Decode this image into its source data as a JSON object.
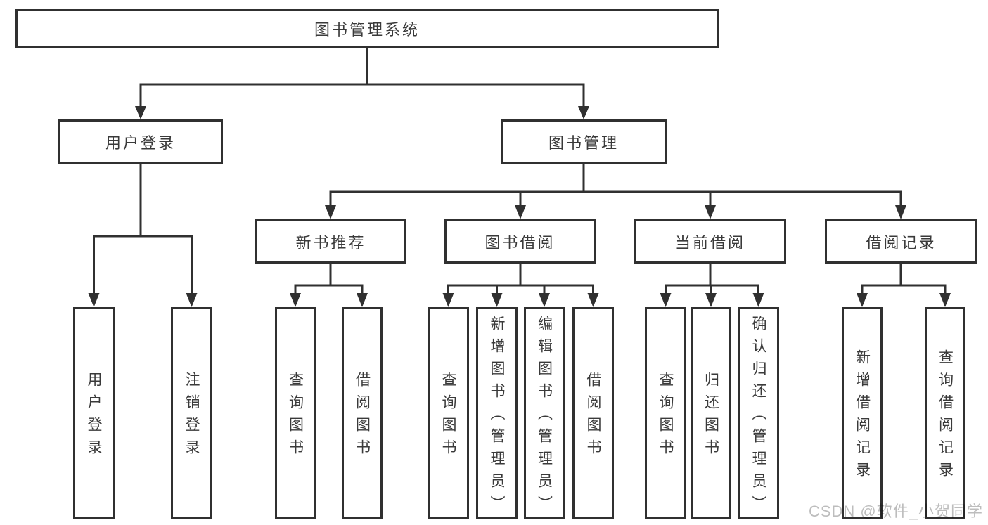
{
  "diagram_title": "图书管理系统",
  "watermark": "CSDN @软件_小贺同学",
  "colors": {
    "line": "#303030",
    "text": "#3a3a3a",
    "watermark": "#bdbdbd"
  },
  "tree": {
    "root": "图书管理系统",
    "children": [
      {
        "label": "用户登录",
        "children": [
          "用户登录",
          "注销登录"
        ]
      },
      {
        "label": "图书管理",
        "children": [
          {
            "label": "新书推荐",
            "children": [
              "查询图书",
              "借阅图书"
            ]
          },
          {
            "label": "图书借阅",
            "children": [
              "查询图书",
              "新增图书（管理员）",
              "编辑图书（管理员）",
              "借阅图书"
            ]
          },
          {
            "label": "当前借阅",
            "children": [
              "查询图书",
              "归还图书",
              "确认归还（管理员）"
            ]
          },
          {
            "label": "借阅记录",
            "children": [
              "新增借阅记录",
              "查询借阅记录"
            ]
          }
        ]
      }
    ]
  }
}
